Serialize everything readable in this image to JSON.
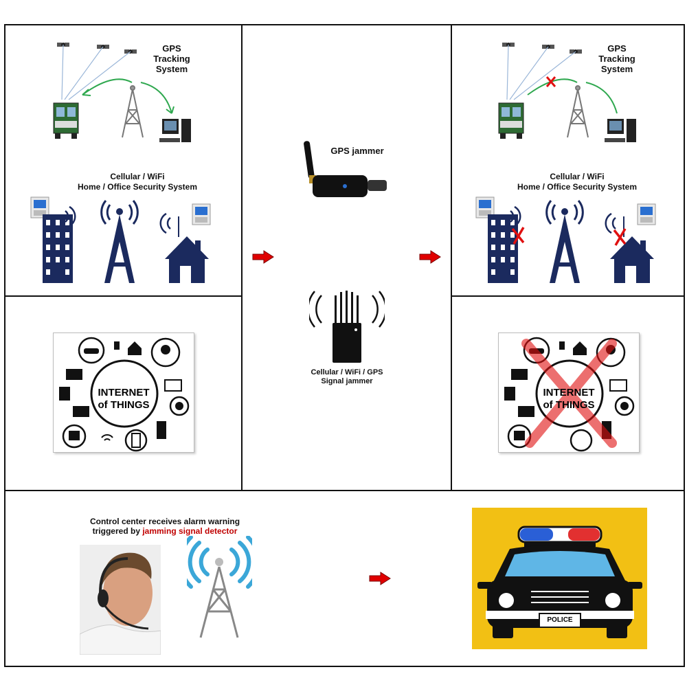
{
  "gps_panel": {
    "title_line1": "GPS",
    "title_line2": "Tracking",
    "title_line3": "System"
  },
  "security_panel": {
    "line1": "Cellular / WiFi",
    "line2": "Home / Office Security System"
  },
  "iot": {
    "line1": "INTERNET",
    "line2": "of THINGS"
  },
  "jammer_gps": {
    "label": "GPS jammer"
  },
  "jammer_multi": {
    "line1": "Cellular / WiFi / GPS",
    "line2": "Signal jammer"
  },
  "bottom": {
    "caption_line1": "Control center receives alarm warning",
    "caption_line2_prefix": "triggered by ",
    "caption_line2_highlight": "jamming signal detector",
    "police_label": "POLICE"
  },
  "colors": {
    "arrow": "#e00000",
    "signal_green": "#2fa84f",
    "building_navy": "#1b2a5e",
    "cross_red": "#e01010",
    "police_bg": "#f2c014"
  }
}
